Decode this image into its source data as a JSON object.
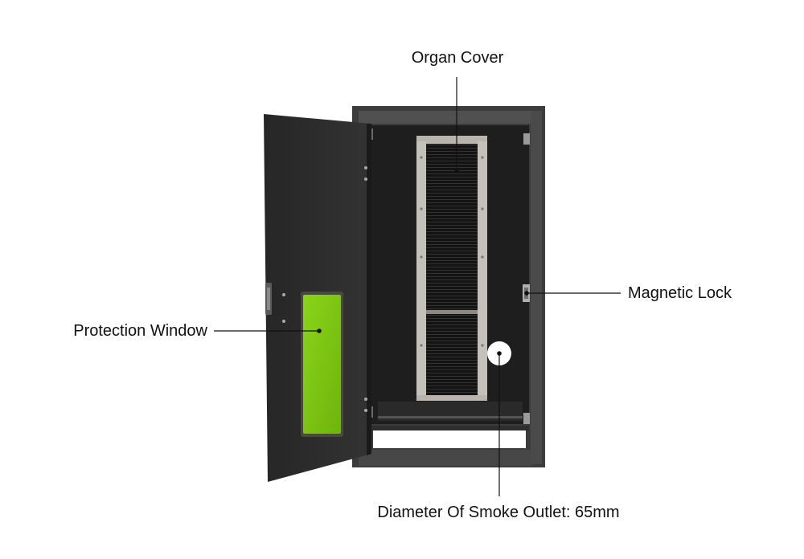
{
  "callouts": {
    "organ_cover": "Organ Cover",
    "magnetic_lock": "Magnetic Lock",
    "protection_window": "Protection Window",
    "smoke_outlet": "Diameter Of Smoke Outlet: 65mm"
  },
  "colors": {
    "cabinet_frame": "#3c3c3c",
    "interior": "#1e1e1e",
    "door_panel": "#2b2b2b",
    "window_green": "#7ec812",
    "steel_rail": "#c4c0ba",
    "bellows": "#151515",
    "smoke_outlet": "#ffffff"
  }
}
